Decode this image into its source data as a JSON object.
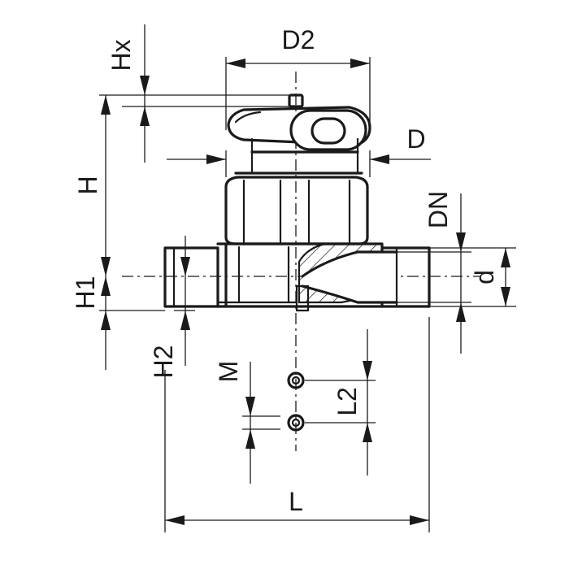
{
  "labels": {
    "d2": "D2",
    "hx": "Hx",
    "h": "H",
    "d_outer": "D",
    "dn": "DN",
    "d_pipe": "d",
    "h1": "H1",
    "h2": "H2",
    "m": "M",
    "l2": "L2",
    "l": "L"
  },
  "colors": {
    "line": "#1a1a1a",
    "background": "#ffffff"
  }
}
